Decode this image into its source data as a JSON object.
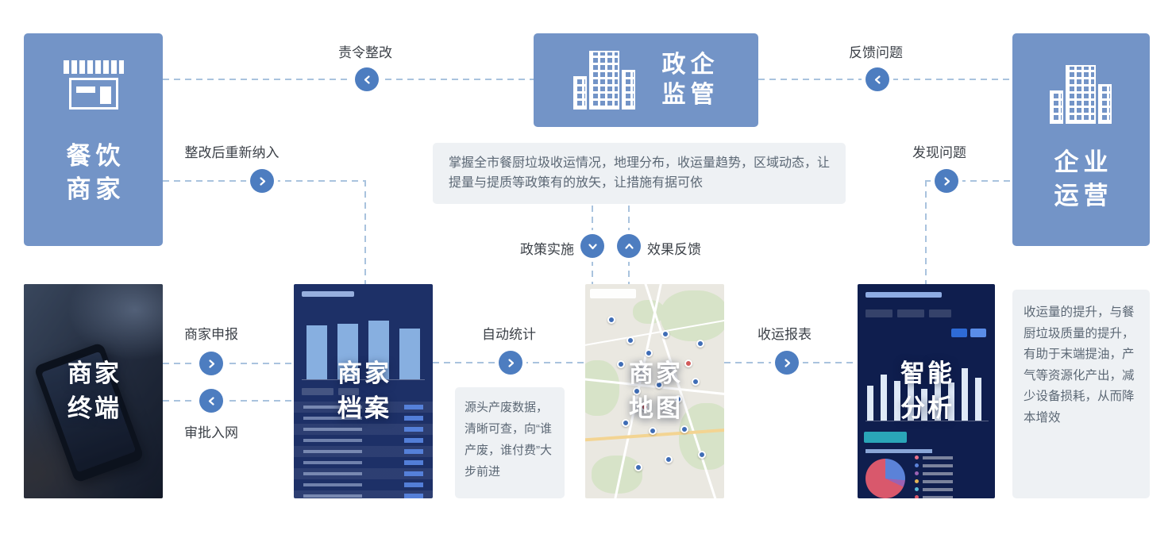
{
  "palette": {
    "card_blue": "#7394c7",
    "circle_blue": "#4d7dc0",
    "dash_line_blue": "#a9c3de",
    "gray_box": "#eef1f4",
    "dark_dashboard": "#1d3067"
  },
  "top_row": {
    "restaurant": {
      "line1": "餐饮",
      "line2": "商家"
    },
    "government": {
      "line1": "政企",
      "line2": "监管"
    },
    "enterprise": {
      "line1": "企业",
      "line2": "运营"
    },
    "order_rectification": "责令整改",
    "feedback_problem": "反馈问题",
    "reinclude_after_rectification": "整改后重新纳入",
    "find_problem": "发现问题",
    "government_description": "掌握全市餐厨垃圾收运情况，地理分布，收运量趋势，区域动态，让提量与提质等政策有的放矢，让措施有据可依",
    "policy_implementation": "政策实施",
    "effect_feedback": "效果反馈"
  },
  "bottom_row": {
    "terminal": {
      "line1": "商家",
      "line2": "终端"
    },
    "archive": {
      "line1": "商家",
      "line2": "档案"
    },
    "map": {
      "line1": "商家",
      "line2": "地图"
    },
    "analysis": {
      "line1": "智能",
      "line2": "分析"
    },
    "merchant_declare": "商家申报",
    "approval_network": "审批入网",
    "auto_statistics": "自动统计",
    "collection_report": "收运报表",
    "statistics_description": "源头产废数据，清晰可查，向“谁产废，谁付费”大步前进",
    "analysis_description": "收运量的提升，与餐厨垃圾质量的提升，有助于末端提油，产气等资源化产出，减少设备损耗，从而降本增效"
  }
}
